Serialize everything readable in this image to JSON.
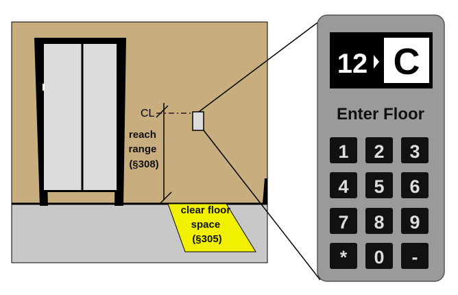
{
  "scene": {
    "centerline_symbol": "CL",
    "reach_label": [
      "reach",
      "range",
      "(§308)"
    ],
    "floor_label": [
      "clear floor",
      "space",
      "(§305)"
    ]
  },
  "keypad": {
    "display_current": "12",
    "display_arrow": "▸",
    "display_destination": "C",
    "prompt": "Enter Floor",
    "keys": [
      "1",
      "2",
      "3",
      "4",
      "5",
      "6",
      "7",
      "8",
      "9",
      "*",
      "0",
      "-"
    ]
  },
  "colors": {
    "wall": "#c8ad7f",
    "floor": "#c8c8c8",
    "clear_floor": "#f0f000",
    "panel": "#9a9a9a",
    "key": "#111111"
  }
}
